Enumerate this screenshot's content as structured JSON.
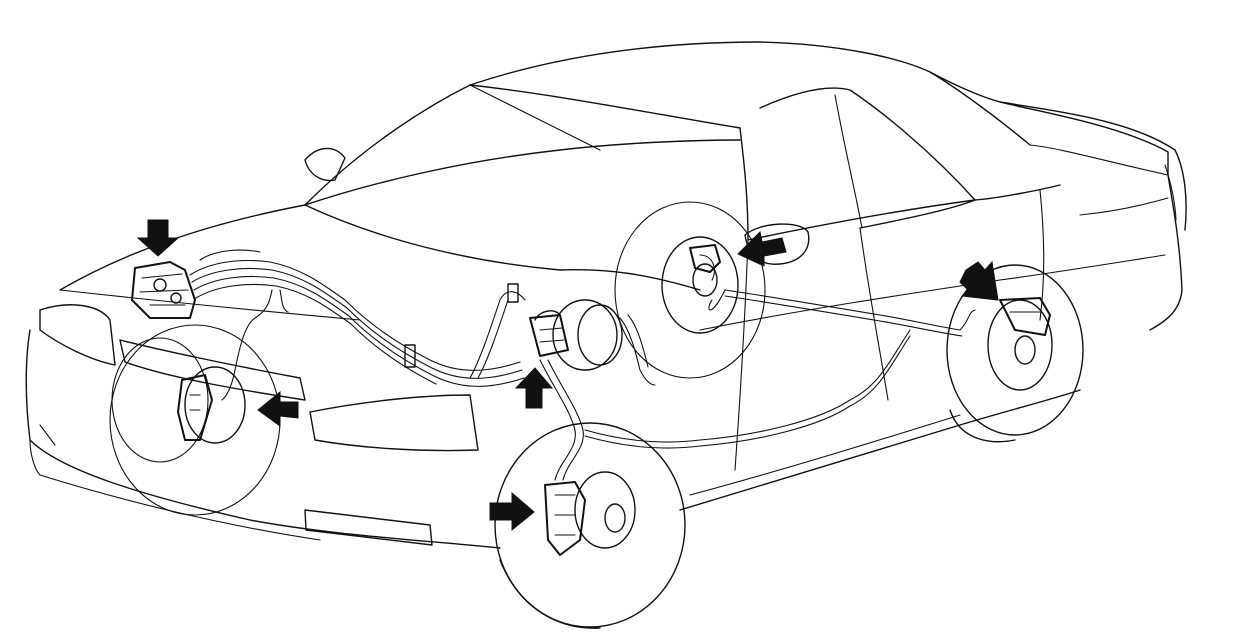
{
  "figure": {
    "type": "line-art illustration",
    "subject": "car-outline-with-brake-lines",
    "background_color": "#ffffff",
    "line_color": "#111111",
    "pointer_icon": "arrow-icon",
    "callout_arrows": [
      {
        "name": "arrow-abs-modulator",
        "direction": "down"
      },
      {
        "name": "arrow-front-left-brake",
        "direction": "left"
      },
      {
        "name": "arrow-master-cylinder",
        "direction": "up"
      },
      {
        "name": "arrow-front-right-brake",
        "direction": "right"
      },
      {
        "name": "arrow-rear-left-brake",
        "direction": "left"
      },
      {
        "name": "arrow-rear-right-brake",
        "direction": "down-right"
      }
    ]
  }
}
